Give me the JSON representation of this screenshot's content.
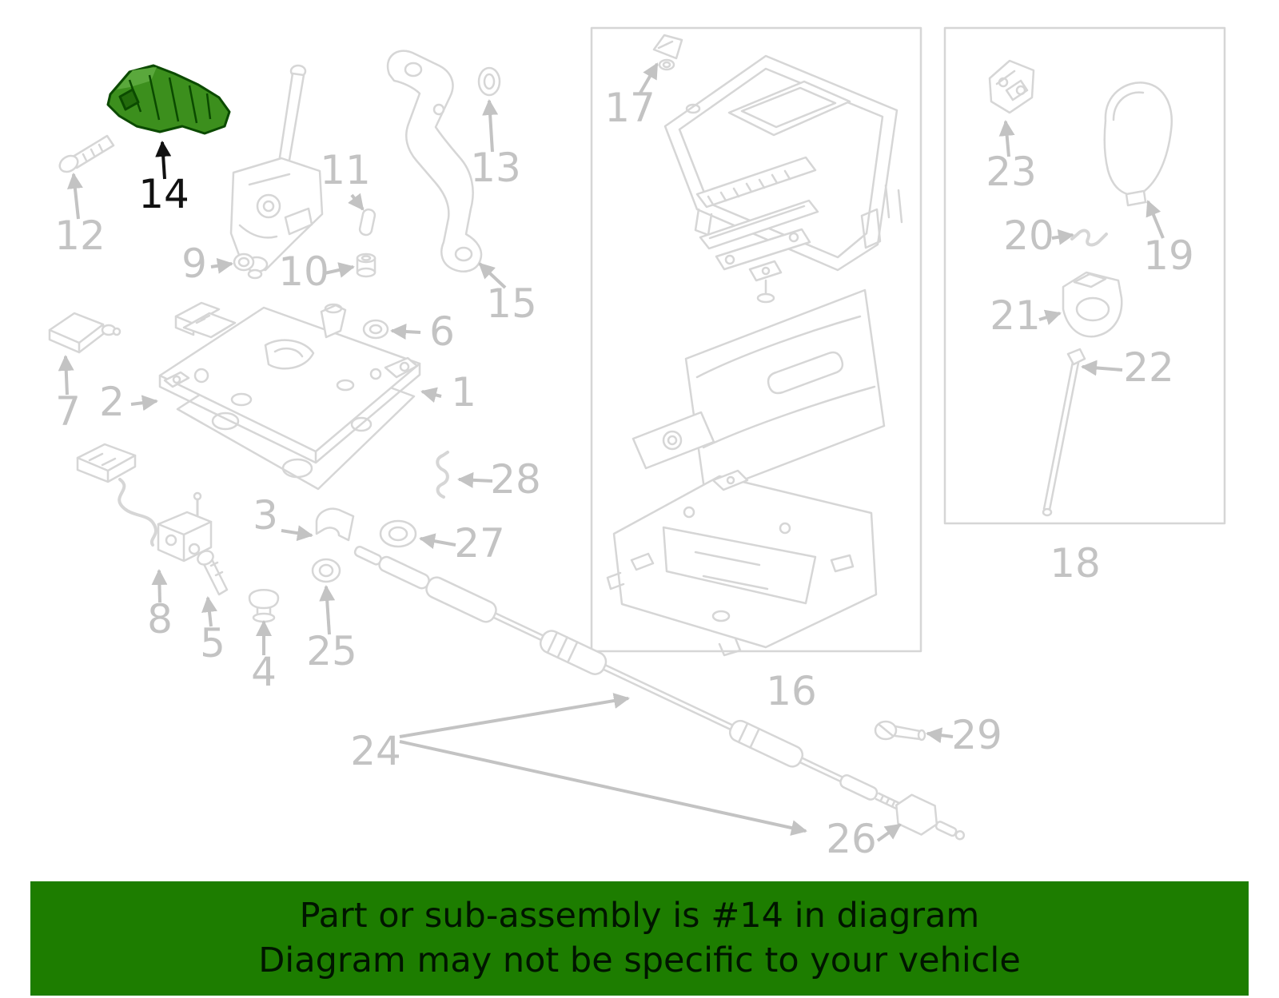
{
  "colors": {
    "highlight_green": "#3c8f1d",
    "highlight_green_dark": "#0b4a00",
    "highlight_green_light": "#5aa83c",
    "diagram_line_gray": "#d6d6d6",
    "label_gray": "#c3c3c3",
    "label_black": "#111111",
    "banner_green": "#1d7d00",
    "banner_text": "#001500"
  },
  "banner": {
    "line1": "Part or sub-assembly is #14 in diagram",
    "line2": "Diagram may not be specific to your vehicle"
  },
  "diagram": {
    "highlighted_part": "14",
    "nums": [
      "1",
      "2",
      "3",
      "4",
      "5",
      "6",
      "7",
      "8",
      "9",
      "10",
      "11",
      "12",
      "13",
      "14",
      "15",
      "16",
      "17",
      "18",
      "19",
      "20",
      "21",
      "22",
      "23",
      "24",
      "25",
      "26",
      "27",
      "28",
      "29"
    ]
  }
}
